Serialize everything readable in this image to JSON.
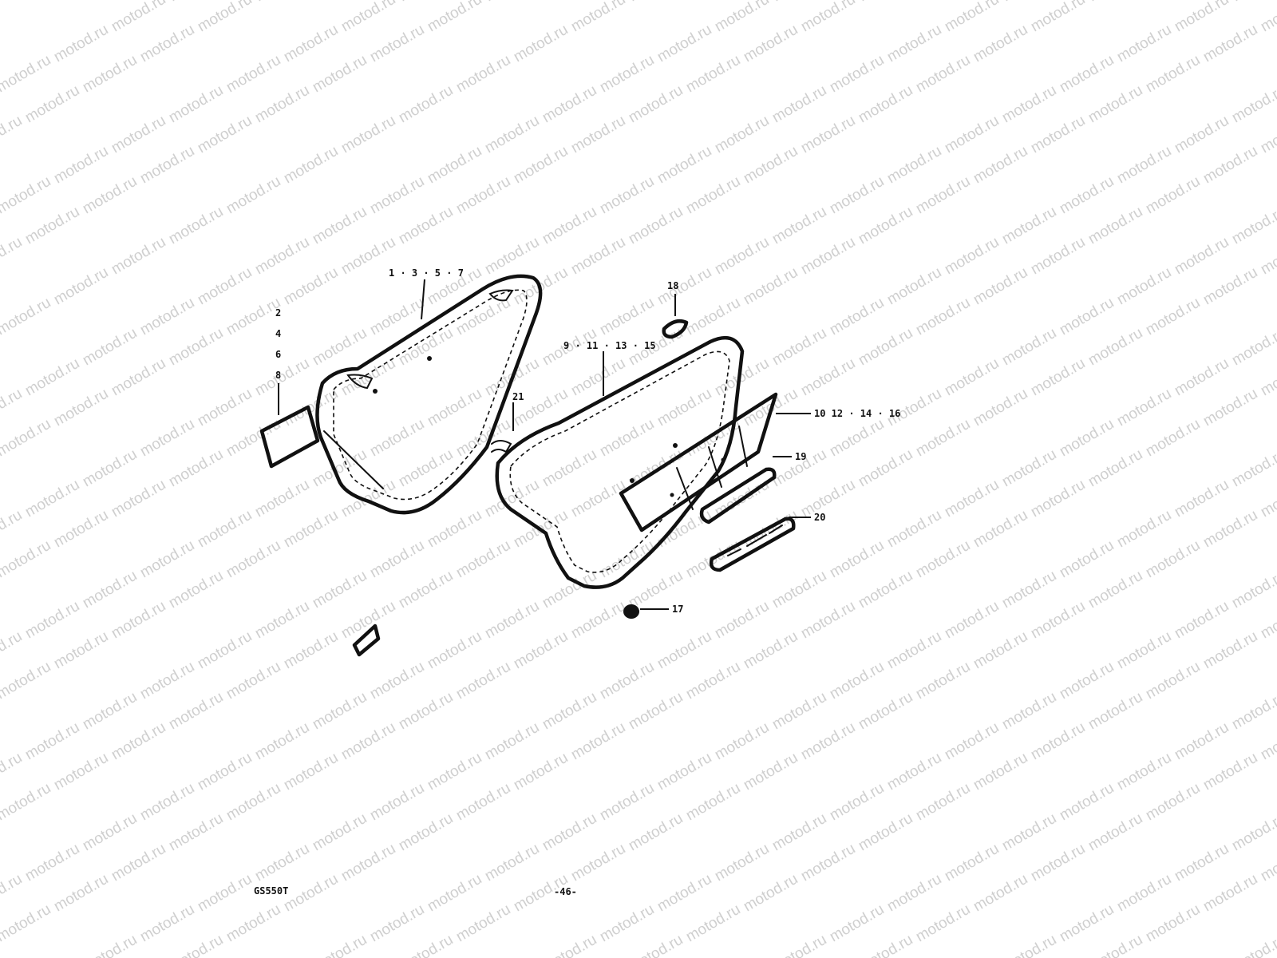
{
  "watermark": {
    "text": "motod.ru"
  },
  "callouts": [
    {
      "id": "c1",
      "text": "1 · 3 · 5 · 7"
    },
    {
      "id": "c2a",
      "text": "2"
    },
    {
      "id": "c2b",
      "text": "4"
    },
    {
      "id": "c2c",
      "text": "6"
    },
    {
      "id": "c2d",
      "text": "8"
    },
    {
      "id": "c9",
      "text": "9 · 11 · 13 · 15"
    },
    {
      "id": "c10",
      "text": "10  12 · 14 · 16"
    },
    {
      "id": "c17",
      "text": "17"
    },
    {
      "id": "c18",
      "text": "18"
    },
    {
      "id": "c19",
      "text": "19"
    },
    {
      "id": "c20",
      "text": "20"
    },
    {
      "id": "c21",
      "text": "21"
    }
  ],
  "footer": {
    "model": "GS550T",
    "page": "-46-"
  },
  "colors": {
    "ink": "#111111",
    "watermark": "#cfcfcf",
    "paper": "#ffffff"
  }
}
